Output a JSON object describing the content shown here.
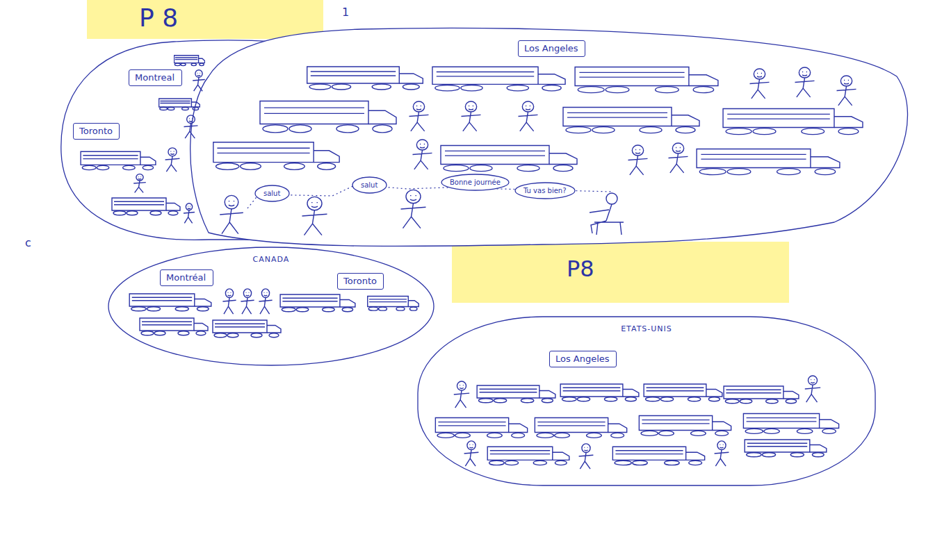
{
  "diagram": {
    "nodes": [
      {
        "text": [
          "Montreal"
        ]
      },
      {
        "text": [
          "Toronto"
        ]
      },
      {
        "text": [
          "Los Angeles"
        ]
      },
      {
        "text": [
          "salut"
        ]
      },
      {
        "text": [
          "salut"
        ]
      },
      {
        "text": [
          "Bonne journée"
        ]
      },
      {
        "text": [
          "Tu vas bien?"
        ]
      },
      {
        "text": [
          "CANADA"
        ]
      },
      {
        "text": [
          "Montréal"
        ],
        "in": 7
      },
      {
        "text": [
          "Toronto"
        ],
        "in": 7
      },
      {
        "text": [
          "ETATS-UNIS"
        ]
      },
      {
        "text": [
          "Los Angeles"
        ],
        "in": 10
      }
    ],
    "labels": [
      "P 8",
      "1",
      "c",
      "P8"
    ]
  }
}
